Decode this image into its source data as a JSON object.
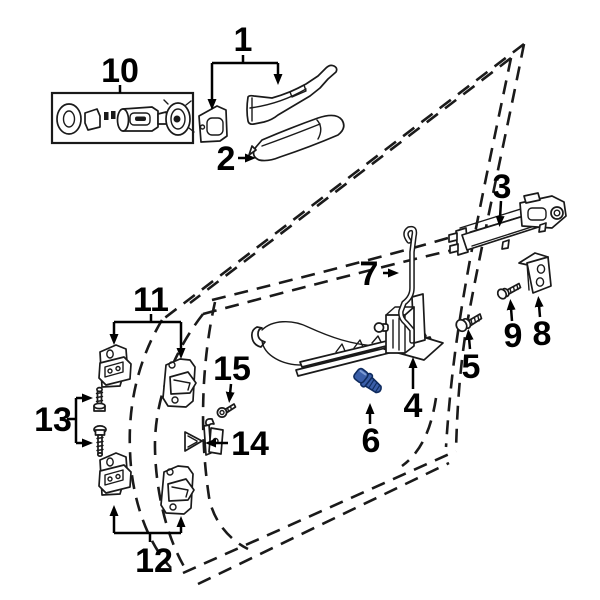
{
  "diagram": {
    "kind": "exploded-parts-diagram",
    "background_color": "#ffffff",
    "line_color": "#1a1a1a",
    "highlight_color": "#3A5EA8",
    "highlight_outline_color": "#0F2B5E",
    "highlight_shine_color": "#7C9BD4",
    "highlighted_callout": "6",
    "callouts": [
      {
        "label": "1"
      },
      {
        "label": "2"
      },
      {
        "label": "3"
      },
      {
        "label": "4"
      },
      {
        "label": "5"
      },
      {
        "label": "6"
      },
      {
        "label": "7"
      },
      {
        "label": "8"
      },
      {
        "label": "9"
      },
      {
        "label": "10"
      },
      {
        "label": "11"
      },
      {
        "label": "12"
      },
      {
        "label": "13"
      },
      {
        "label": "14"
      },
      {
        "label": "15"
      }
    ]
  }
}
